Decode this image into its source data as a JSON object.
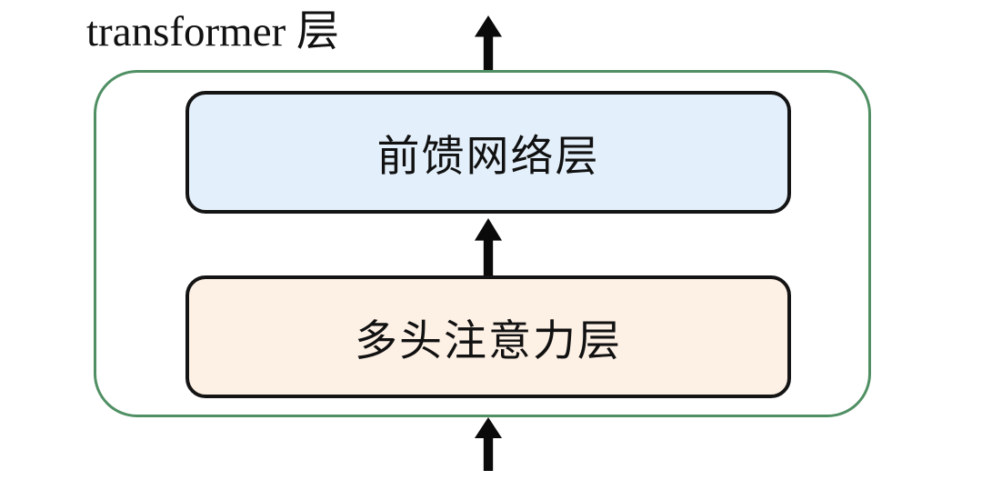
{
  "title": "transformer 层",
  "diagram": {
    "boxes": [
      {
        "id": "feed-forward-layer",
        "label": "前馈网络层"
      },
      {
        "id": "multi-head-attention-layer",
        "label": "多头注意力层"
      }
    ],
    "arrows": [
      {
        "id": "output-arrow",
        "direction": "up",
        "position": "top"
      },
      {
        "id": "inter-layer-arrow",
        "direction": "up",
        "position": "middle"
      },
      {
        "id": "input-arrow",
        "direction": "up",
        "position": "bottom"
      }
    ]
  },
  "colors": {
    "bg": "#ffffff",
    "text": "#111111",
    "container-border": "#4f8f63",
    "box-border": "#141414",
    "ffn-fill": "#e3effa",
    "mha-fill": "#fdf0e5",
    "arrow": "#0a0a0a"
  }
}
